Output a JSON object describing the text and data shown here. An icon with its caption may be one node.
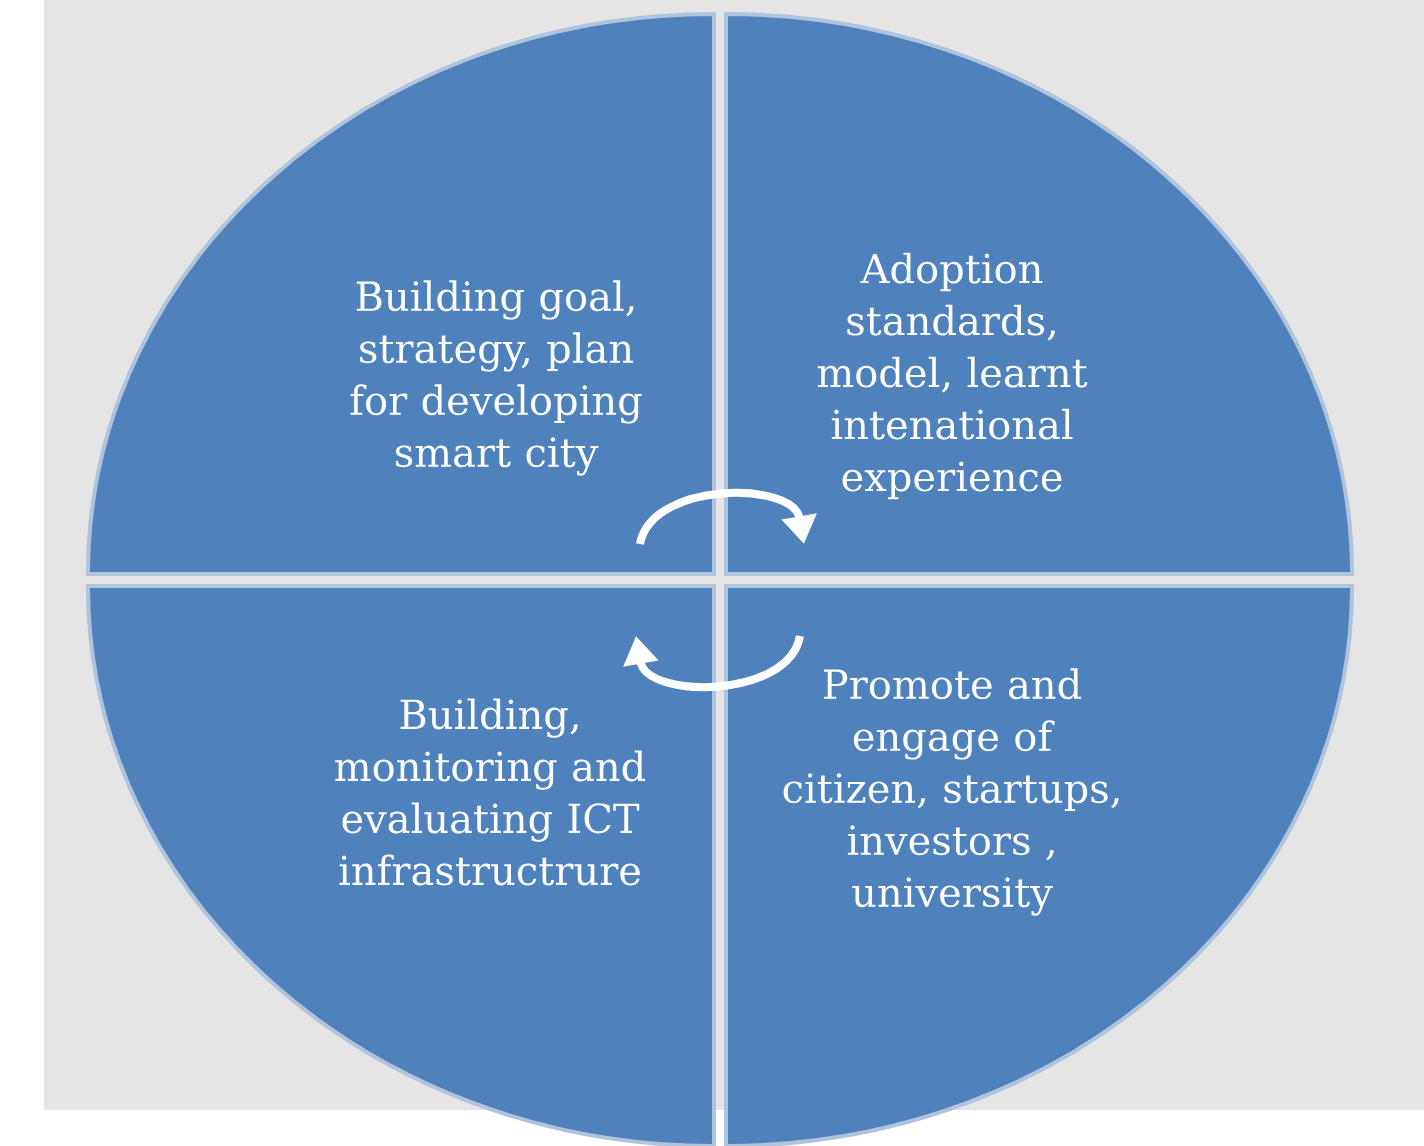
{
  "diagram": {
    "nodes": [
      {
        "text": [
          "Building goal, strategy, plan for developing smart city"
        ]
      },
      {
        "text": [
          "Adoption standards, model, learnt intenational experience"
        ]
      },
      {
        "text": [
          "Building, monitoring and evaluating ICT infrastructrure"
        ]
      },
      {
        "text": [
          "Promote and engage of citizen, startups, investors , university"
        ]
      }
    ],
    "edges": [
      {
        "from": 0,
        "to": 1,
        "arrow": "to"
      },
      {
        "from": 3,
        "to": 2,
        "arrow": "to"
      }
    ]
  }
}
